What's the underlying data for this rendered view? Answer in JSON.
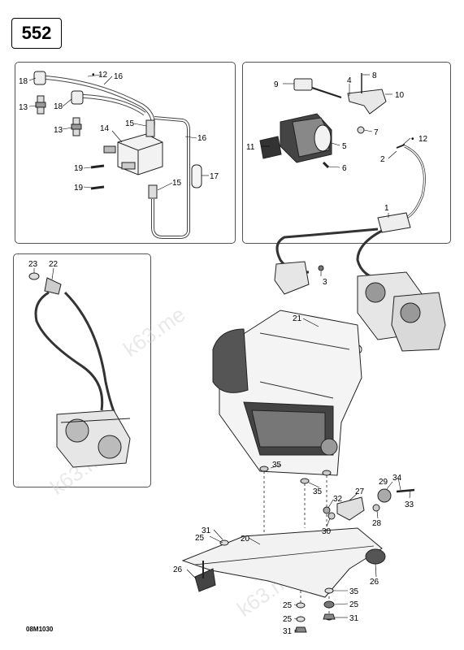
{
  "page_number": "552",
  "drawing_code": "08M1030",
  "watermark": "k63.me",
  "callouts": [
    {
      "id": "c18a",
      "text": "18"
    },
    {
      "id": "c12a",
      "text": "12"
    },
    {
      "id": "c16a",
      "text": "16"
    },
    {
      "id": "c13a",
      "text": "13"
    },
    {
      "id": "c18b",
      "text": "18"
    },
    {
      "id": "c13b",
      "text": "13"
    },
    {
      "id": "c15a",
      "text": "15"
    },
    {
      "id": "c14",
      "text": "14"
    },
    {
      "id": "c16b",
      "text": "16"
    },
    {
      "id": "c19a",
      "text": "19"
    },
    {
      "id": "c17",
      "text": "17"
    },
    {
      "id": "c19b",
      "text": "19"
    },
    {
      "id": "c15b",
      "text": "15"
    },
    {
      "id": "c9",
      "text": "9"
    },
    {
      "id": "c4",
      "text": "4"
    },
    {
      "id": "c8",
      "text": "8"
    },
    {
      "id": "c10",
      "text": "10"
    },
    {
      "id": "c7",
      "text": "7"
    },
    {
      "id": "c11",
      "text": "11"
    },
    {
      "id": "c5",
      "text": "5"
    },
    {
      "id": "c12b",
      "text": "12"
    },
    {
      "id": "c2",
      "text": "2"
    },
    {
      "id": "c6",
      "text": "6"
    },
    {
      "id": "c1",
      "text": "1"
    },
    {
      "id": "c23",
      "text": "23"
    },
    {
      "id": "c22",
      "text": "22"
    },
    {
      "id": "c3",
      "text": "3"
    },
    {
      "id": "c21",
      "text": "21"
    },
    {
      "id": "c35a",
      "text": "35"
    },
    {
      "id": "c35b",
      "text": "35"
    },
    {
      "id": "c29",
      "text": "29"
    },
    {
      "id": "c34",
      "text": "34"
    },
    {
      "id": "c27",
      "text": "27"
    },
    {
      "id": "c32",
      "text": "32"
    },
    {
      "id": "c33",
      "text": "33"
    },
    {
      "id": "c28",
      "text": "28"
    },
    {
      "id": "c30",
      "text": "30"
    },
    {
      "id": "c31a",
      "text": "31"
    },
    {
      "id": "c25a",
      "text": "25"
    },
    {
      "id": "c20",
      "text": "20"
    },
    {
      "id": "c26a",
      "text": "26"
    },
    {
      "id": "c26b",
      "text": "26"
    },
    {
      "id": "c35c",
      "text": "35"
    },
    {
      "id": "c25b",
      "text": "25"
    },
    {
      "id": "c25c",
      "text": "25"
    },
    {
      "id": "c25d",
      "text": "25"
    },
    {
      "id": "c31b",
      "text": "31"
    },
    {
      "id": "c31c",
      "text": "31"
    }
  ]
}
